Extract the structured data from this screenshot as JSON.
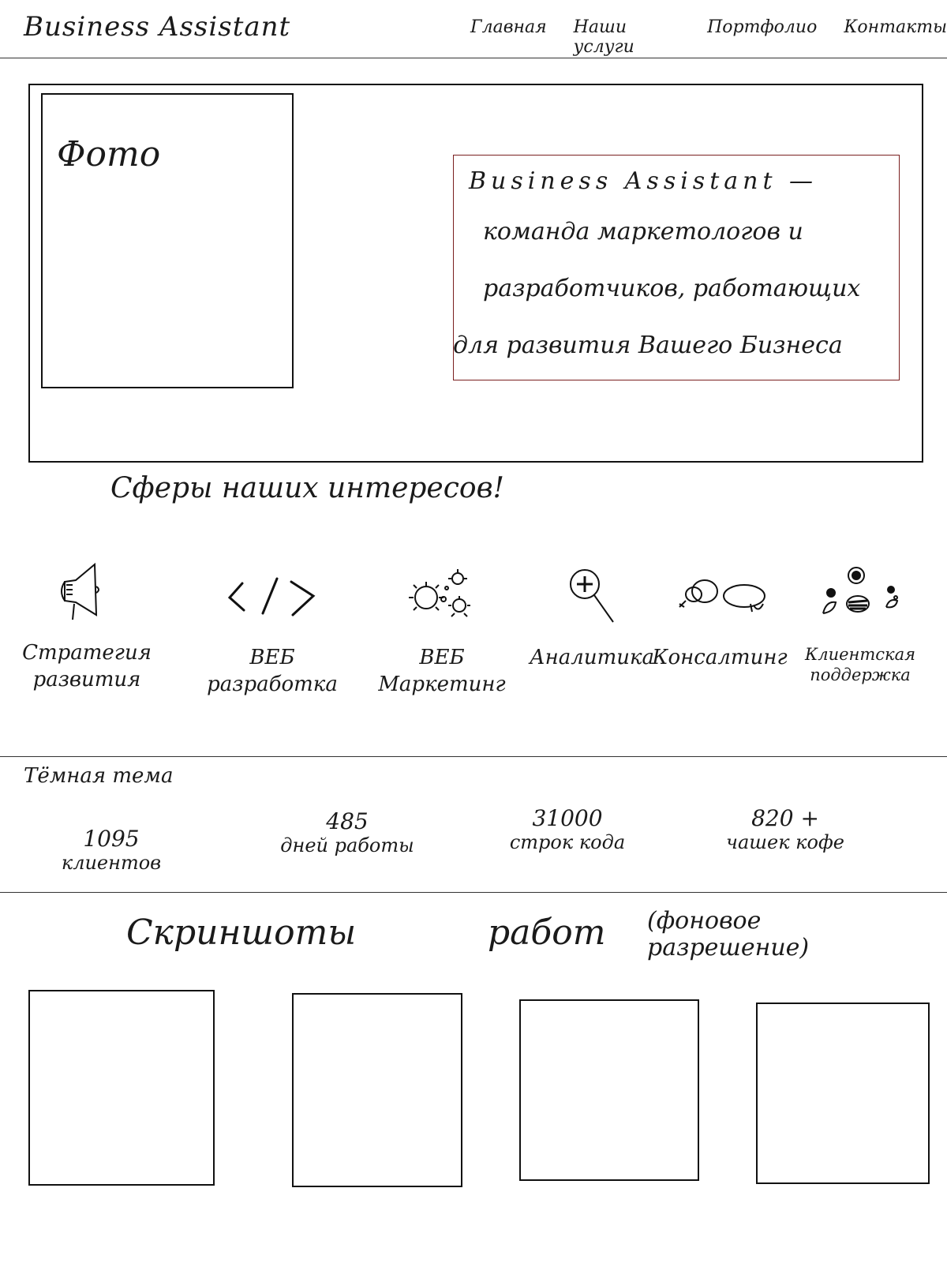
{
  "header": {
    "brand": "Business Assistant",
    "nav": [
      "Главная",
      "Наши услуги",
      "Портфолио",
      "Контакты"
    ]
  },
  "hero": {
    "photo_label": "Фото",
    "tagline_lines": [
      "Business Assistant —",
      "команда маркетологов и",
      "разработчиков, работающих",
      "для развития Вашего Бизнеса"
    ]
  },
  "services": {
    "title": "Сферы наших интересов!",
    "items": [
      {
        "label": "Стратегия\nразвития",
        "icon": "megaphone-icon"
      },
      {
        "label": "ВЕБ\nразработка",
        "icon": "code-icon"
      },
      {
        "label": "ВЕБ\nМаркетинг",
        "icon": "bugs-icon"
      },
      {
        "label": "Аналитика",
        "icon": "magnifier-icon"
      },
      {
        "label": "Консалтинг",
        "icon": "chat-bubbles-icon"
      },
      {
        "label": "Клиентская\nподдержка",
        "icon": "people-icon"
      }
    ]
  },
  "stats": {
    "theme_toggle": "Тёмная тема",
    "items": [
      {
        "value": "1095",
        "label": "клиентов"
      },
      {
        "value": "485",
        "label": "дней работы"
      },
      {
        "value": "31000",
        "label": "строк кода"
      },
      {
        "value": "820 +",
        "label": "чашек кофе"
      }
    ]
  },
  "works": {
    "title_part1": "Скриншоты",
    "title_part2": "работ",
    "title_note": "(фоновое\nразрешение)",
    "count": 4
  }
}
